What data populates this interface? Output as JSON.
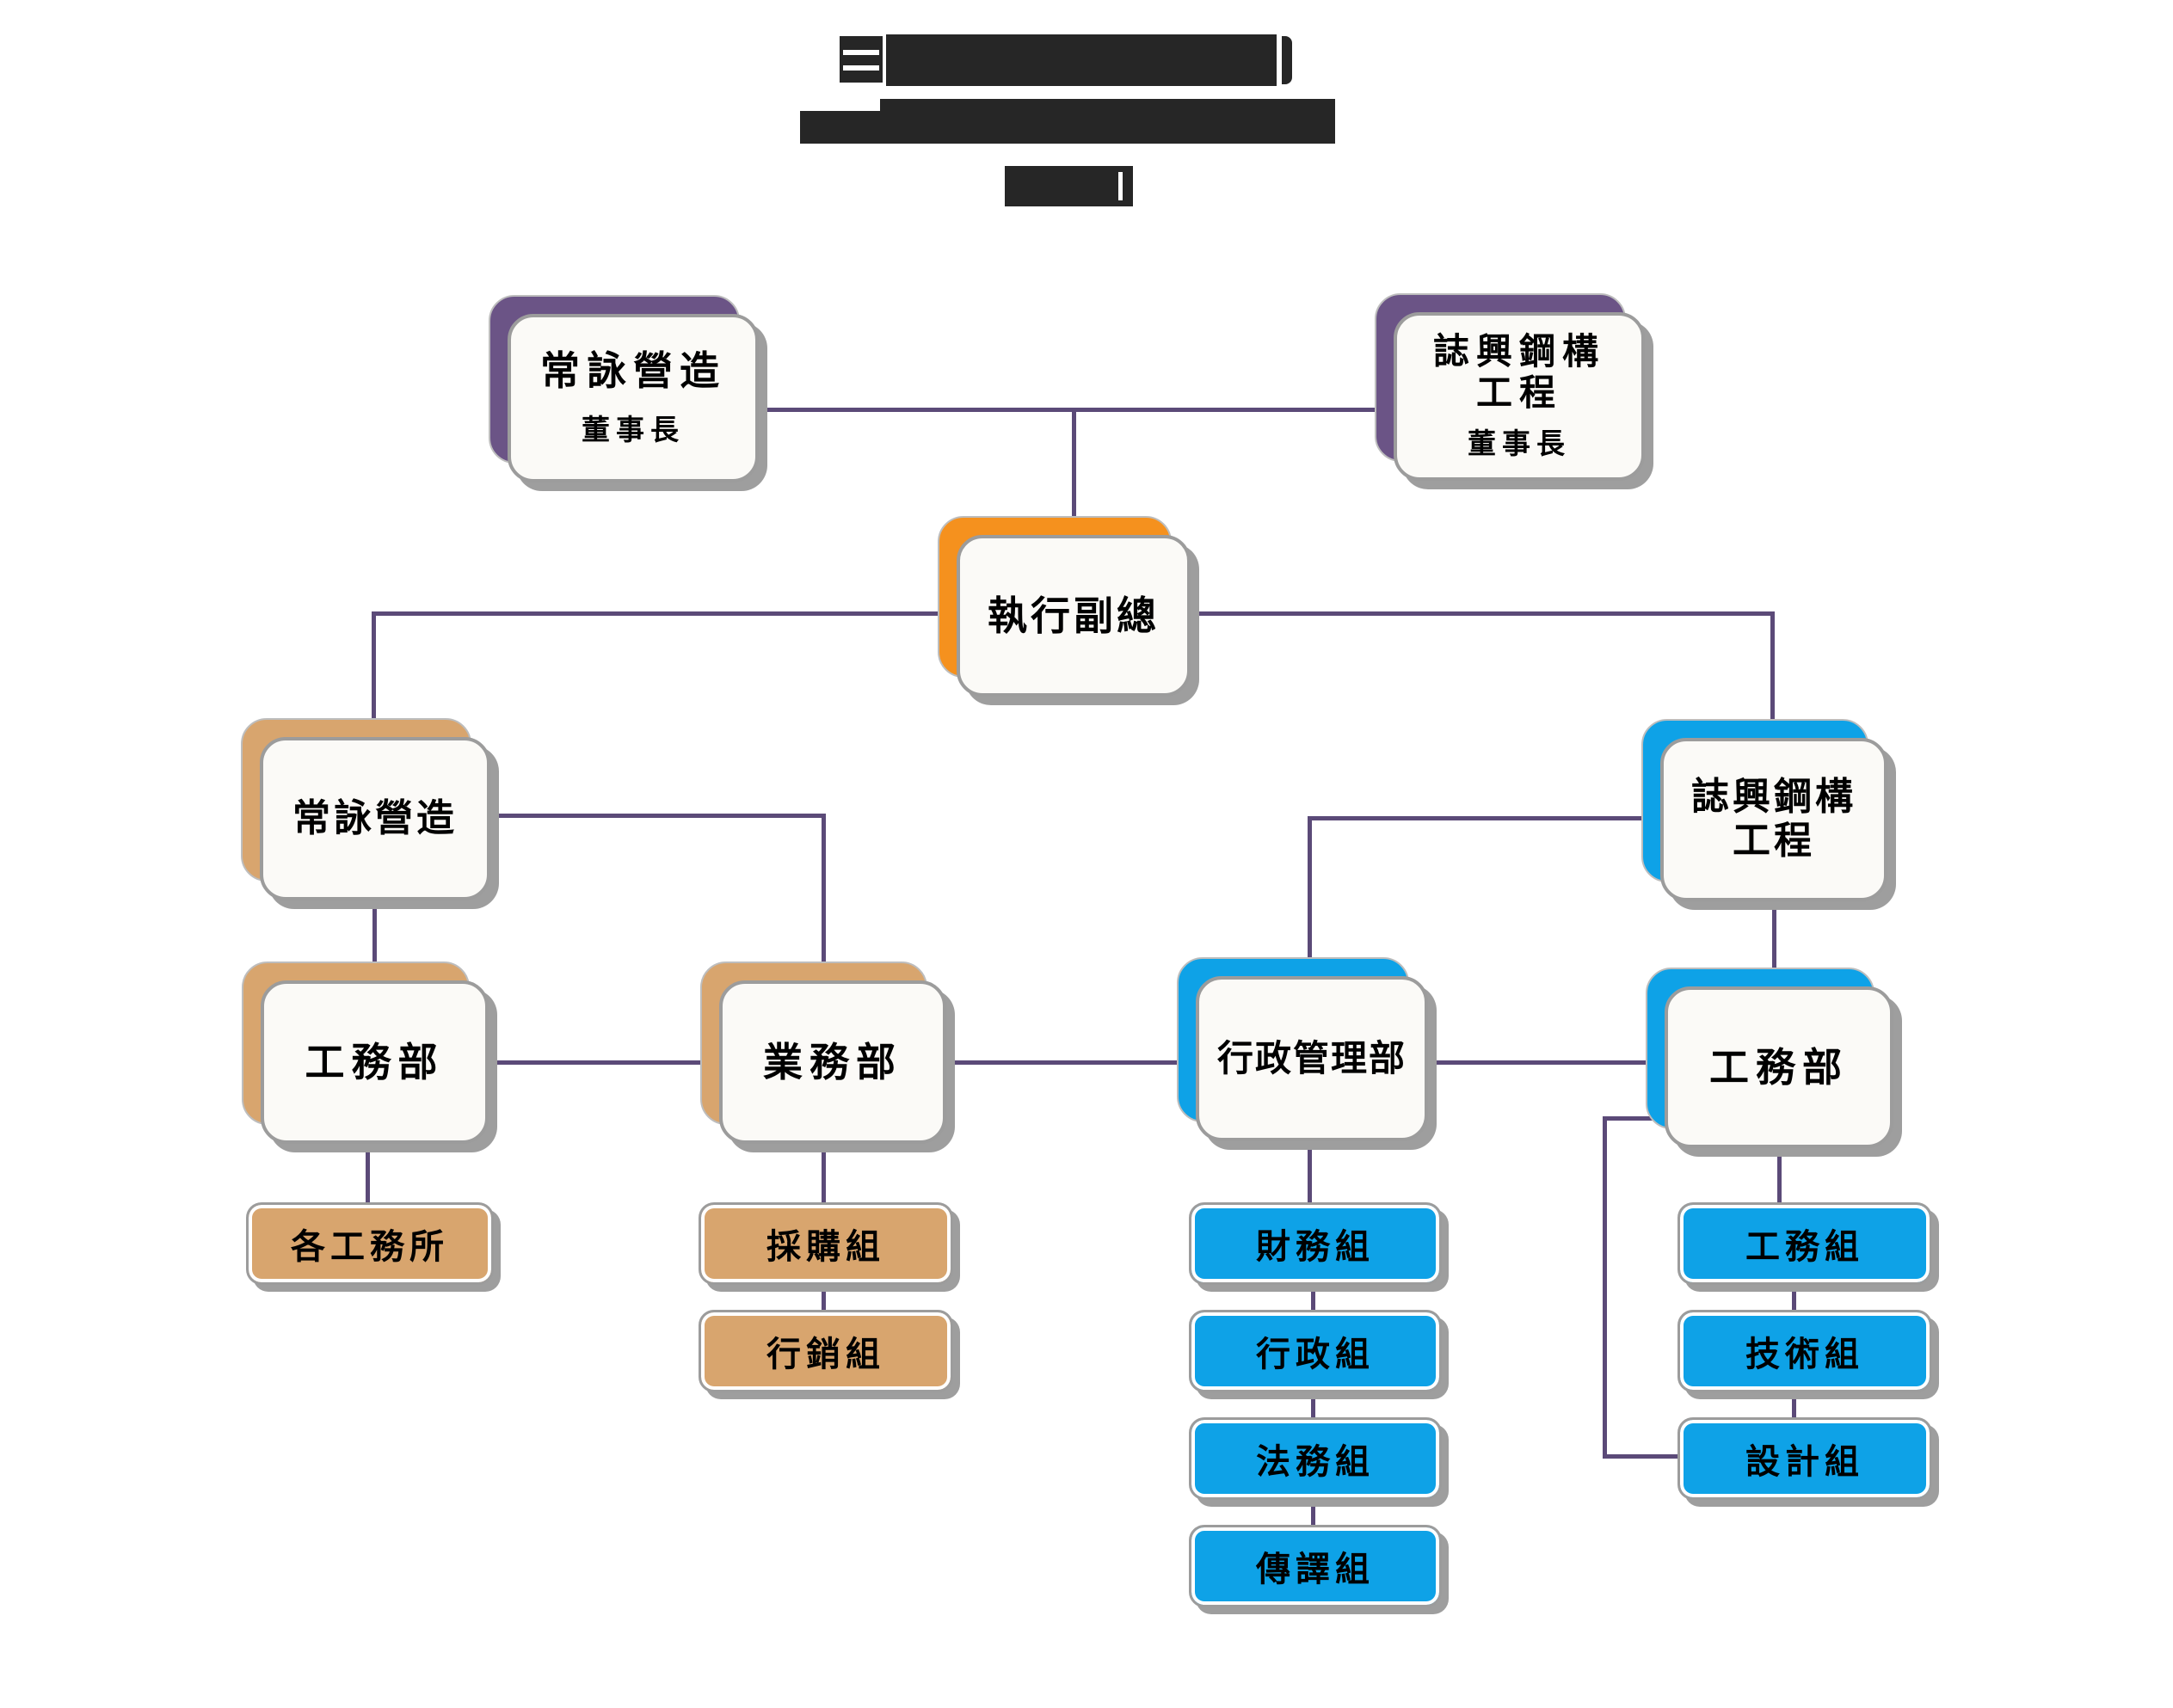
{
  "title": {
    "redacted": true,
    "redacted_line_count": 3
  },
  "nodes": {
    "chairman_left": {
      "line1": "常詠營造",
      "line2": "董事長"
    },
    "chairman_right": {
      "line1": "誌興鋼構",
      "line2": "工程",
      "line3": "董事長"
    },
    "executive_vp": {
      "line1": "執行副總"
    },
    "company_left": {
      "line1": "常詠營造"
    },
    "company_right": {
      "line1": "誌興鋼構",
      "line2": "工程"
    },
    "dept_works_left": {
      "line1": "工務部"
    },
    "dept_business": {
      "line1": "業務部"
    },
    "dept_admin_mgmt": {
      "line1": "行政管理部"
    },
    "dept_works_right": {
      "line1": "工務部"
    },
    "team_site_offices": {
      "line1": "各工務所"
    },
    "team_procurement": {
      "line1": "採購組"
    },
    "team_marketing": {
      "line1": "行銷組"
    },
    "team_finance": {
      "line1": "財務組"
    },
    "team_admin": {
      "line1": "行政組"
    },
    "team_legal": {
      "line1": "法務組"
    },
    "team_interpretation": {
      "line1": "傳譯組"
    },
    "team_works": {
      "line1": "工務組"
    },
    "team_technical": {
      "line1": "技術組"
    },
    "team_design": {
      "line1": "設計組"
    }
  },
  "colors": {
    "chairman_accent": "#6B5486",
    "executive_accent": "#F5911E",
    "left_branch_accent": "#D8A56E",
    "right_branch_accent": "#0EA2E7",
    "connector": "#5B4A78",
    "card_fill": "#FBFAF7",
    "card_border": "#9C9C9C",
    "card_shadow": "#9E9E9E",
    "redaction": "#262626"
  }
}
